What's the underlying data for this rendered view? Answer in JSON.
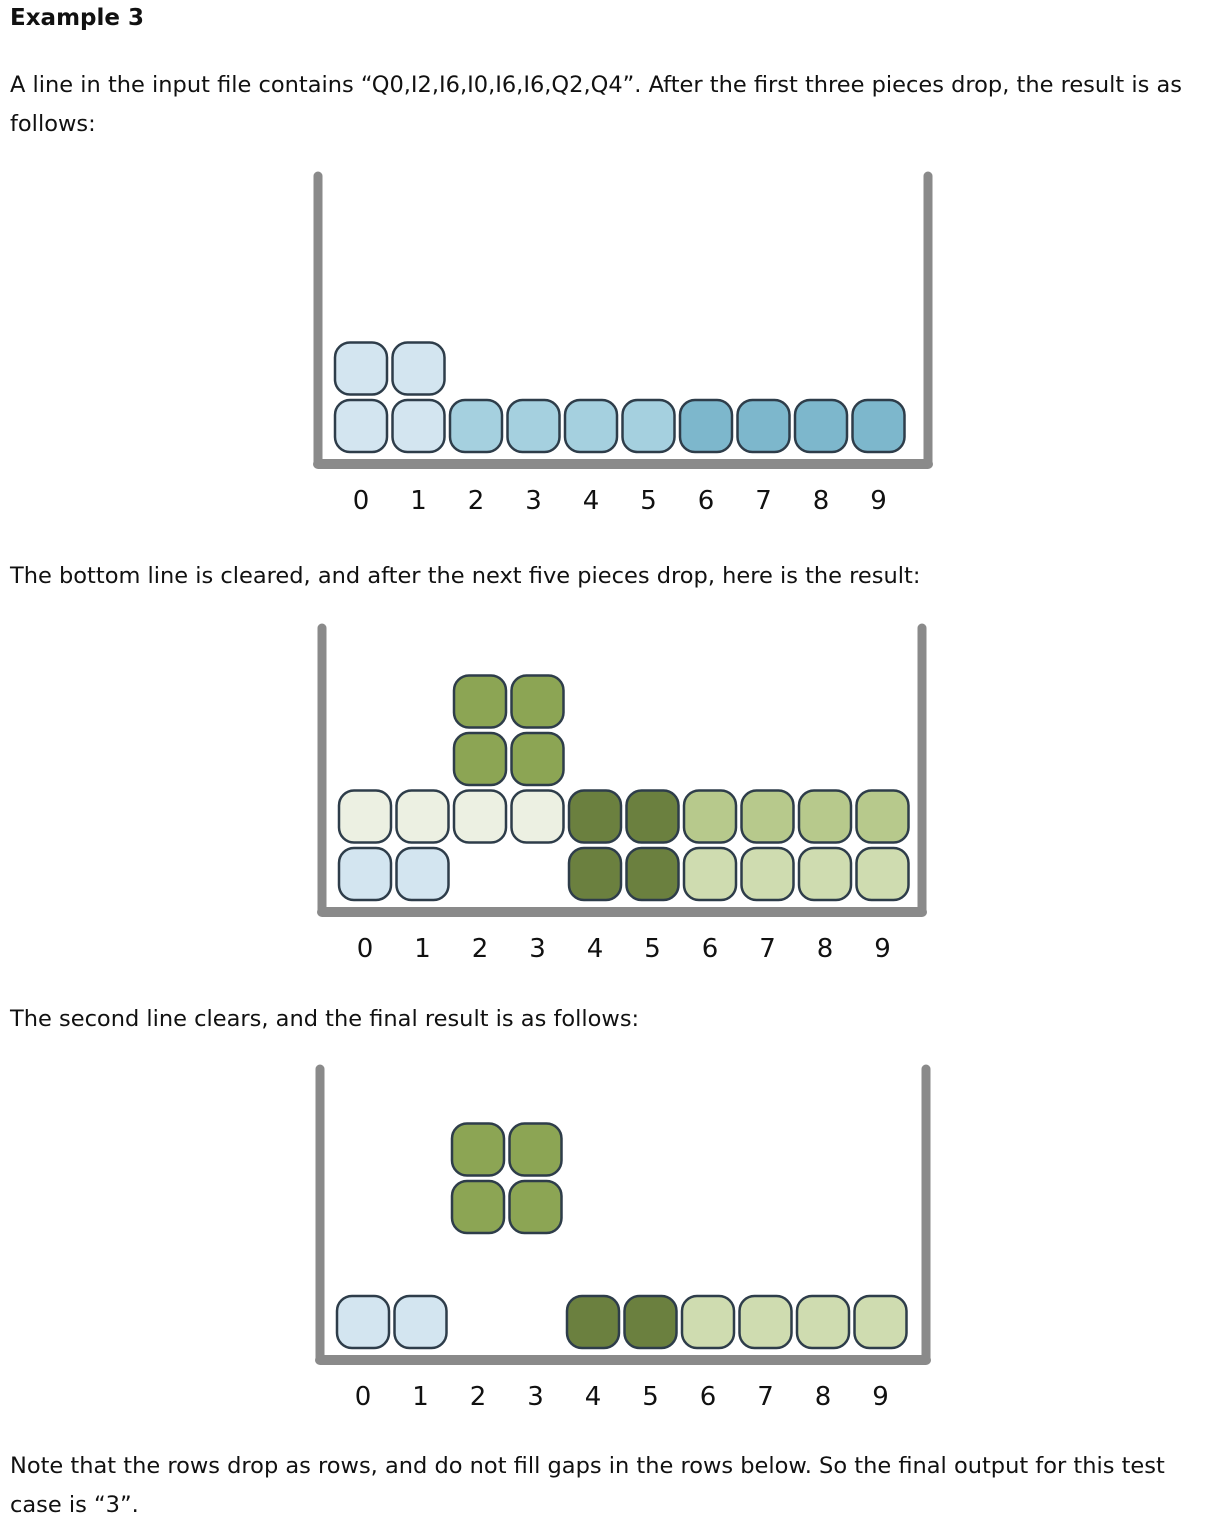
{
  "heading": "Example 3",
  "paragraphs": {
    "intro": "A line in the input file contains “Q0,I2,I6,I0,I6,I6,Q2,Q4”. After the first three pieces drop, the result is as follows:",
    "cleared": "The bottom line is cleared, and after the next five pieces drop, here is the result:",
    "second": "The second line clears, and the final result is as follows:",
    "note": "Note that the rows drop as rows, and do not fill gaps in the rows below. So the final output for this test case is “3”."
  },
  "column_labels": [
    "0",
    "1",
    "2",
    "3",
    "4",
    "5",
    "6",
    "7",
    "8",
    "9"
  ],
  "colors": {
    "wall": "#8a8a8a",
    "block_outline": "#2e3d4a",
    "lightblue": "#d3e5f0",
    "midblue": "#a5d0df",
    "blue": "#7db7cc",
    "paleolive": "#ecf0e2",
    "olive": "#8ca554",
    "darkolive": "#6b803f",
    "lightolive": "#b7c98c",
    "palegreen": "#cfdcb0"
  },
  "boards": [
    {
      "name": "after-first-three",
      "rows": [
        [
          "lightblue",
          "lightblue",
          null,
          null,
          null,
          null,
          null,
          null,
          null,
          null
        ],
        [
          "lightblue",
          "lightblue",
          "midblue",
          "midblue",
          "midblue",
          "midblue",
          "blue",
          "blue",
          "blue",
          "blue"
        ]
      ]
    },
    {
      "name": "after-next-five",
      "rows": [
        [
          null,
          null,
          "olive",
          "olive",
          null,
          null,
          null,
          null,
          null,
          null
        ],
        [
          null,
          null,
          "olive",
          "olive",
          null,
          null,
          null,
          null,
          null,
          null
        ],
        [
          "paleolive",
          "paleolive",
          "paleolive",
          "paleolive",
          "darkolive",
          "darkolive",
          "lightolive",
          "lightolive",
          "lightolive",
          "lightolive"
        ],
        [
          "lightblue",
          "lightblue",
          null,
          null,
          "darkolive",
          "darkolive",
          "palegreen",
          "palegreen",
          "palegreen",
          "palegreen"
        ]
      ]
    },
    {
      "name": "final-result",
      "rows": [
        [
          null,
          null,
          "olive",
          "olive",
          null,
          null,
          null,
          null,
          null,
          null
        ],
        [
          null,
          null,
          "olive",
          "olive",
          null,
          null,
          null,
          null,
          null,
          null
        ],
        [
          null,
          null,
          null,
          null,
          null,
          null,
          null,
          null,
          null,
          null
        ],
        [
          "lightblue",
          "lightblue",
          null,
          null,
          "darkolive",
          "darkolive",
          "palegreen",
          "palegreen",
          "palegreen",
          "palegreen"
        ]
      ]
    }
  ]
}
